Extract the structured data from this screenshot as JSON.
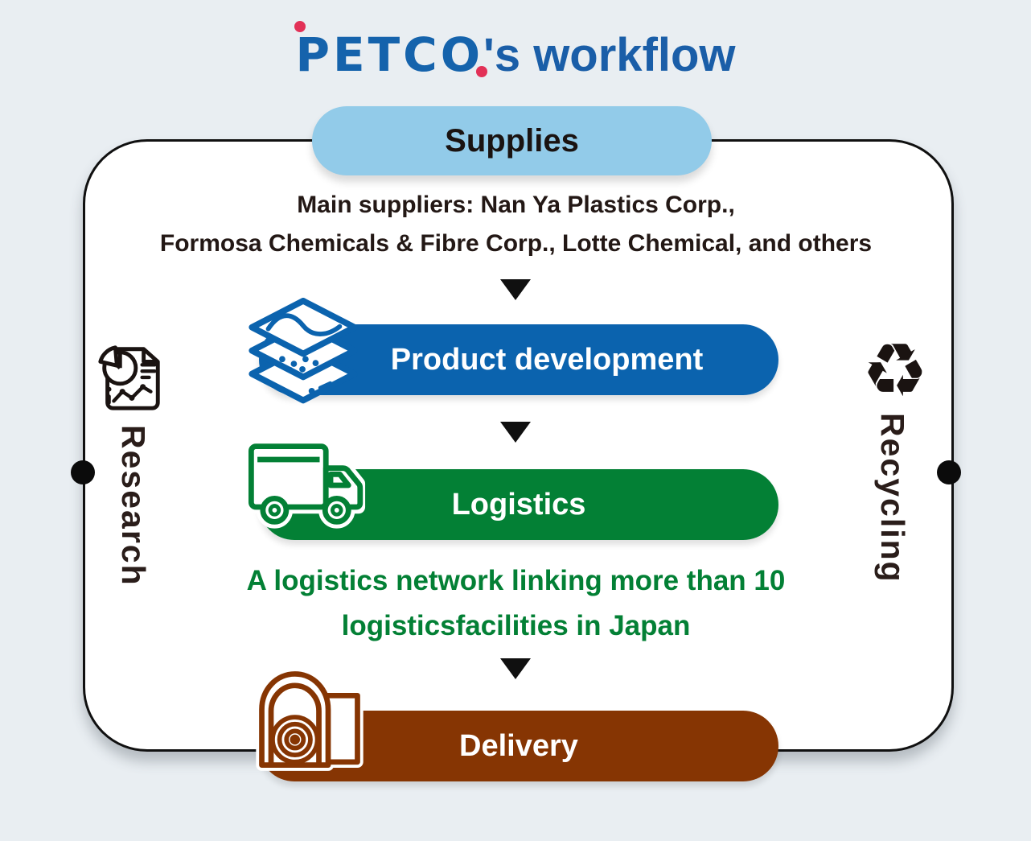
{
  "title": {
    "brand": "PETCO",
    "suffix": "'s workflow"
  },
  "workflow": {
    "supplies_label": "Supplies",
    "suppliers_line1": "Main suppliers: Nan Ya Plastics Corp.,",
    "suppliers_line2": "Formosa Chemicals & Fibre Corp., Lotte Chemical, and others",
    "steps": [
      {
        "label": "Product development",
        "color": "#0b63ae",
        "icon": "film-layers-icon"
      },
      {
        "label": "Logistics",
        "color": "#038035",
        "icon": "truck-icon"
      },
      {
        "label": "Delivery",
        "color": "#863503",
        "icon": "film-roll-icon"
      }
    ],
    "note_line1": "A logistics network linking more than 10",
    "note_line2": "logisticsfacilities in Japan"
  },
  "side_labels": {
    "left": {
      "label": "Research",
      "icon": "report-chart-icon"
    },
    "right": {
      "label": "Recycling",
      "icon": "recycle-icon"
    }
  },
  "icons": {
    "recycle_glyph": "♻"
  },
  "colors": {
    "background": "#e9eef2",
    "brand_blue": "#1563ac",
    "brand_red_dot": "#e23157",
    "supplies_pill": "#92cbe9",
    "product_development_pill": "#0b63ae",
    "logistics_pill": "#038035",
    "delivery_pill": "#863503",
    "note_green": "#038035",
    "dark_text": "#231815"
  }
}
